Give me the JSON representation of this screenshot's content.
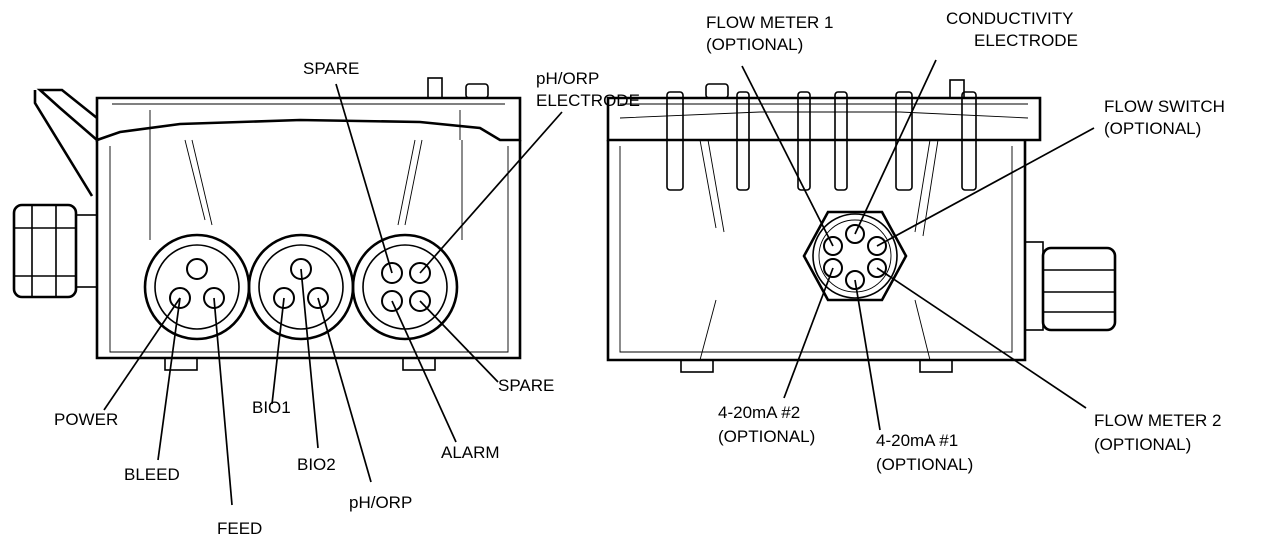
{
  "left_view": {
    "labels": {
      "spare_top": "SPARE",
      "ph_orp_electrode_line1": "pH/ORP",
      "ph_orp_electrode_line2": "ELECTRODE",
      "spare_right": "SPARE",
      "power": "POWER",
      "bio1": "BIO1",
      "alarm": "ALARM",
      "bleed": "BLEED",
      "bio2": "BIO2",
      "ph_orp": "pH/ORP",
      "feed": "FEED"
    }
  },
  "right_view": {
    "labels": {
      "flow_meter_1_line1": "FLOW METER 1",
      "flow_meter_1_line2": "(OPTIONAL)",
      "conductivity_line1": "CONDUCTIVITY",
      "conductivity_line2": "ELECTRODE",
      "flow_switch_line1": "FLOW SWITCH",
      "flow_switch_line2": "(OPTIONAL)",
      "ma2_line1": "4-20mA #2",
      "ma2_line2": "(OPTIONAL)",
      "ma1_line1": "4-20mA #1",
      "ma1_line2": "(OPTIONAL)",
      "flow_meter_2_line1": "FLOW METER 2",
      "flow_meter_2_line2": "(OPTIONAL)"
    }
  }
}
